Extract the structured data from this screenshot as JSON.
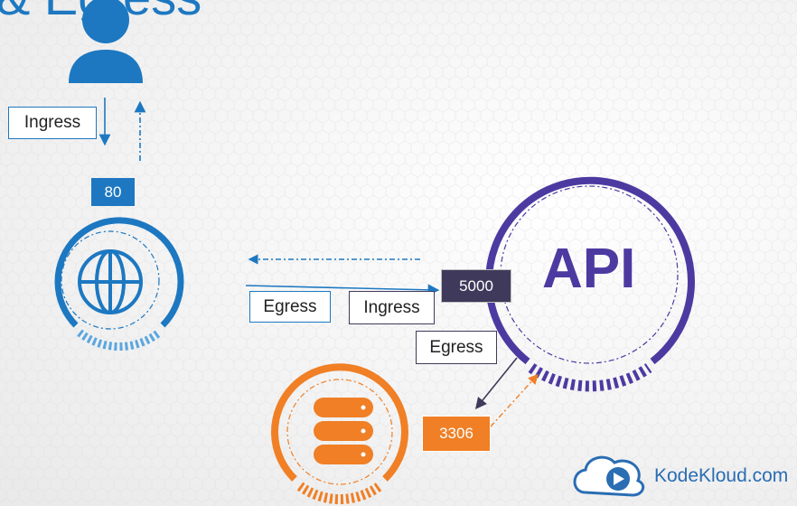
{
  "title": "& Egress",
  "labels": {
    "ingress_top": "Ingress",
    "egress_web": "Egress",
    "ingress_api": "Ingress",
    "egress_api": "Egress"
  },
  "ports": {
    "web": "80",
    "api": "5000",
    "db": "3306"
  },
  "api_label": "API",
  "brand": "KodeKloud.com",
  "colors": {
    "web": "#1d78c1",
    "api": "#4d3aa1",
    "db": "#f07f25",
    "port_api": "#3f3a5b"
  },
  "icons": [
    "user-icon",
    "globe-icon",
    "database-icon",
    "kodekloud-logo-icon"
  ]
}
